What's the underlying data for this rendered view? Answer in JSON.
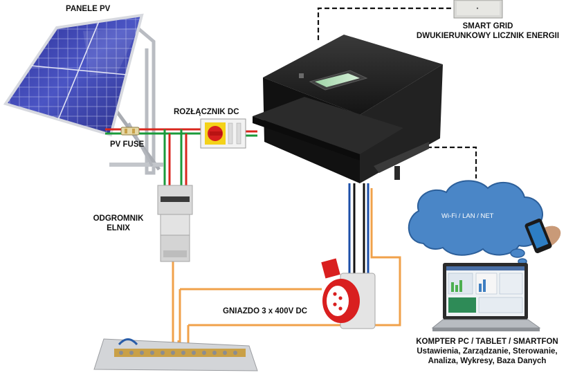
{
  "labels": {
    "pv_panels": "PANELE PV",
    "pv_fuse": "PV FUSE",
    "dc_switch": "ROZŁĄCZNIK DC",
    "surge_line1": "ODGROMNIK",
    "surge_line2": "ELNIX",
    "socket": "GNIAZDO 3 x 400V DC",
    "smart_line1": "SMART GRID",
    "smart_line2": "DWUKIERUNKOWY LICZNIK ENERGII",
    "cloud": "Wi-Fi / LAN / NET",
    "device_line1": "KOMPTER PC / TABLET / SMARTFON",
    "device_line2": "Ustawienia, Zarządzanie, Sterowanie,",
    "device_line3": "Analiza, Wykresy, Baza Danych"
  },
  "colors": {
    "cable_red": "#d9261c",
    "cable_green": "#1a9a3a",
    "cable_orange": "#f0a14a",
    "cable_blue": "#1c4fa8",
    "cloud_fill": "#4a86c7",
    "cloud_stroke": "#2c5f9a",
    "inverter_body": "#1b1b1b",
    "panel_blue": "#3a3fa8"
  },
  "icons": {
    "solar_panel": "solar-panel-icon",
    "inverter": "inverter-icon",
    "cloud": "cloud-icon",
    "laptop": "laptop-icon",
    "phone": "smartphone-icon",
    "socket": "industrial-socket-icon",
    "busbar": "busbar-icon",
    "meter": "energy-meter-icon"
  }
}
